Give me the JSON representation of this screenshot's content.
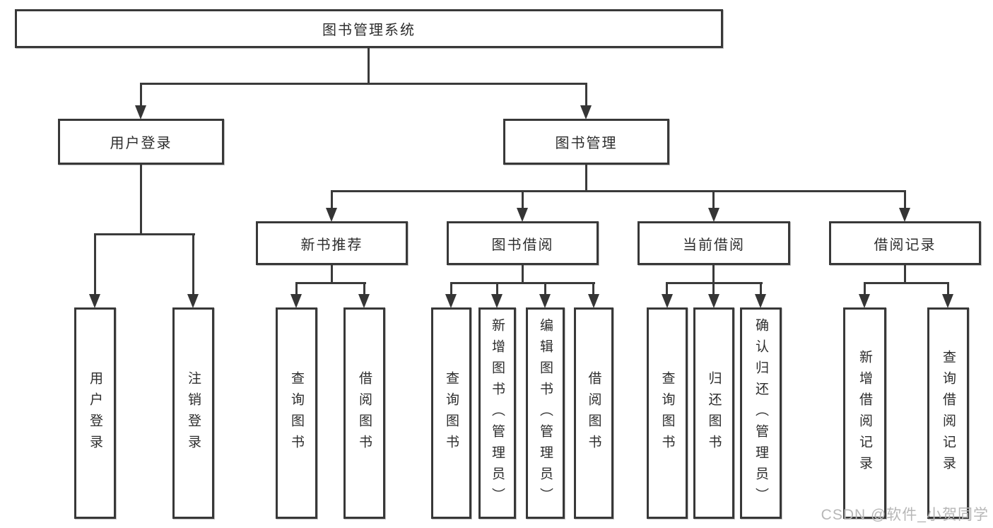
{
  "tree": {
    "root": "图书管理系统",
    "children": [
      {
        "label": "用户登录",
        "children": [
          "用户登录",
          "注销登录"
        ]
      },
      {
        "label": "图书管理",
        "children": [
          {
            "label": "新书推荐",
            "children": [
              "查询图书",
              "借阅图书"
            ]
          },
          {
            "label": "图书借阅",
            "children": [
              "查询图书",
              "新增图书（管理员）",
              "编辑图书（管理员）",
              "借阅图书"
            ]
          },
          {
            "label": "当前借阅",
            "children": [
              "查询图书",
              "归还图书",
              "确认归还（管理员）"
            ]
          },
          {
            "label": "借阅记录",
            "children": [
              "新增借阅记录",
              "查询借阅记录"
            ]
          }
        ]
      }
    ]
  },
  "watermark": "CSDN @软件_小贺同学",
  "colors": {
    "line": "#3a3a3a",
    "border": "#383838",
    "text": "#2d2d2d",
    "watermark": "#b7b7b7",
    "background": "#ffffff"
  }
}
